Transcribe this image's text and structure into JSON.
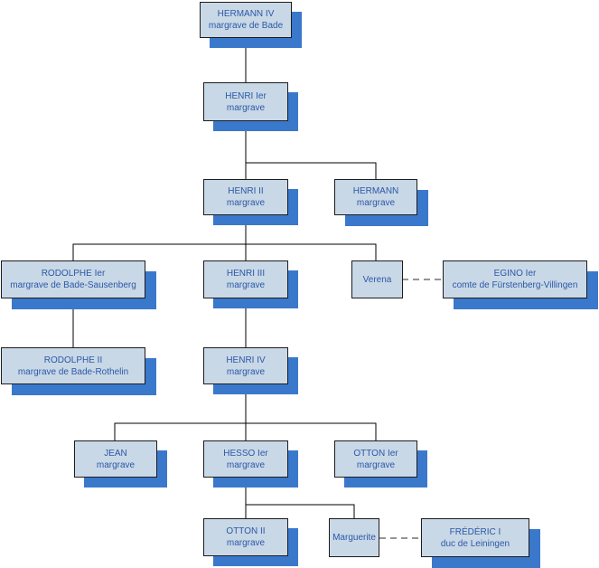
{
  "colors": {
    "box_fill": "#c9d8e6",
    "box_text": "#2a58a8",
    "shadow": "#3a78cc",
    "line": "#000000",
    "dashed_line": "#555555"
  },
  "nodes": [
    {
      "id": "hermann-iv",
      "name": "HERMANN IV",
      "title": "margrave de Bade"
    },
    {
      "id": "henri-1",
      "name": "HENRI Ier",
      "title": "margrave"
    },
    {
      "id": "henri-2",
      "name": "HENRI II",
      "title": "margrave"
    },
    {
      "id": "hermann",
      "name": "HERMANN",
      "title": "margrave"
    },
    {
      "id": "rodolphe-1",
      "name": "RODOLPHE Ier",
      "title": "margrave de Bade-Sausenberg"
    },
    {
      "id": "henri-3",
      "name": "HENRI III",
      "title": "margrave"
    },
    {
      "id": "verena",
      "name": "Verena",
      "title": ""
    },
    {
      "id": "egino-1",
      "name": "EGINO Ier",
      "title": "comte de Fürstenberg-Villingen"
    },
    {
      "id": "rodolphe-2",
      "name": "RODOLPHE II",
      "title": "margrave de Bade-Rothelin"
    },
    {
      "id": "henri-4",
      "name": "HENRI IV",
      "title": "margrave"
    },
    {
      "id": "jean",
      "name": "JEAN",
      "title": "margrave"
    },
    {
      "id": "hesso-1",
      "name": "HESSO Ier",
      "title": "margrave"
    },
    {
      "id": "otton-1",
      "name": "OTTON Ier",
      "title": "margrave"
    },
    {
      "id": "otton-2",
      "name": "OTTON II",
      "title": "margrave"
    },
    {
      "id": "marguerite",
      "name": "Marguerite",
      "title": ""
    },
    {
      "id": "frederic-1",
      "name": "FRÉDÉRIC I",
      "title": "duc de Leiningen"
    }
  ]
}
